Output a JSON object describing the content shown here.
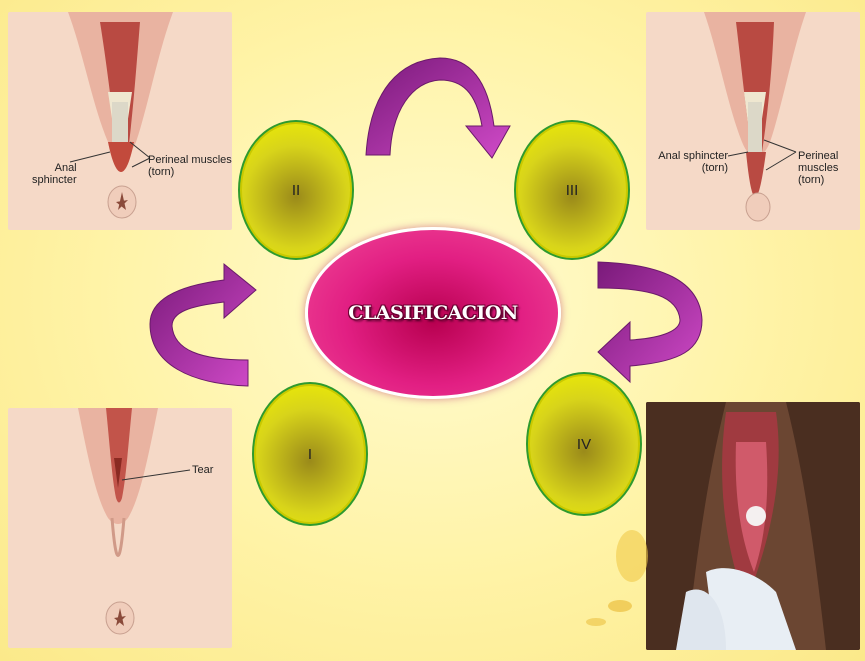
{
  "title": "CLASIFICACION",
  "stages": [
    {
      "id": "I",
      "label": "I"
    },
    {
      "id": "II",
      "label": "II"
    },
    {
      "id": "III",
      "label": "III"
    },
    {
      "id": "IV",
      "label": "IV"
    }
  ],
  "images": {
    "top_left": {
      "labels": [
        "Anal\nsphincter",
        "Perineal muscles\n(torn)"
      ]
    },
    "top_right": {
      "labels": [
        "Anal sphincter\n(torn)",
        "Perineal\nmuscles\n(torn)"
      ]
    },
    "bottom_left": {
      "labels": [
        "Tear"
      ]
    }
  },
  "colors": {
    "background": "#fff3a6",
    "circle_fill": "#f2f200",
    "circle_border": "#2e9a2e",
    "center_fill": "#e21f83",
    "arrow": "#b21fa0"
  }
}
